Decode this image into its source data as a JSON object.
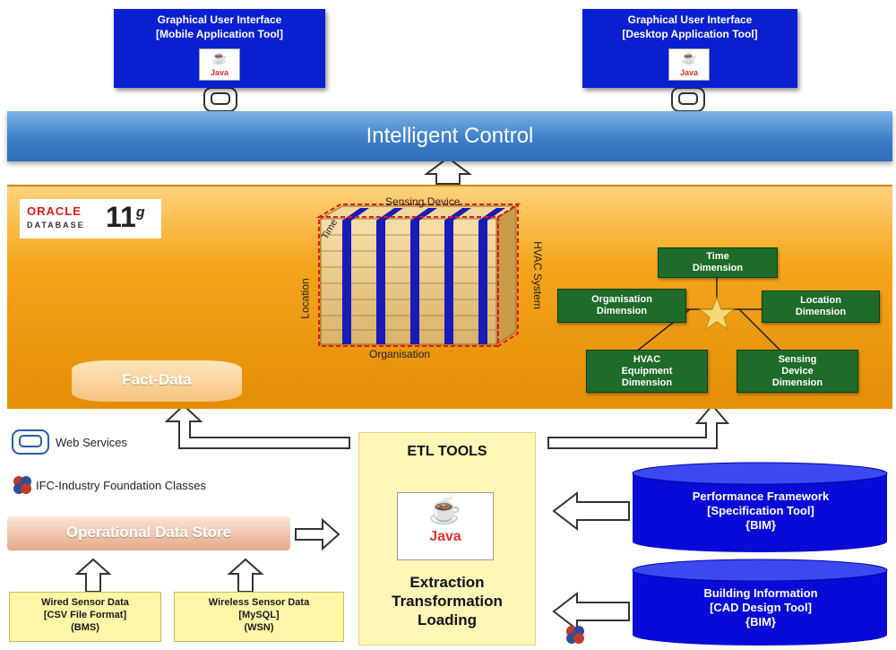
{
  "gui_mobile": {
    "line1": "Graphical User Interface",
    "line2": "[Mobile Application Tool]",
    "java": "Java"
  },
  "gui_desktop": {
    "line1": "Graphical User Interface",
    "line2": "[Desktop Application Tool]",
    "java": "Java"
  },
  "intelligent_control": "Intelligent Control",
  "oracle": {
    "brand": "ORACLE",
    "database": "DATABASE",
    "version": "11",
    "sup": "g"
  },
  "cube": {
    "top": "Sensing Device",
    "left": "Location",
    "top_left": "Time",
    "right": "HVAC System",
    "bottom": "Organisation"
  },
  "dimensions": {
    "time": "Time Dimension",
    "organisation": "Organisation Dimension",
    "location": "Location Dimension",
    "hvac": "HVAC Equipment Dimension",
    "sensing": "Sensing Device Dimension"
  },
  "fact_data": "Fact-Data",
  "web_services": "Web Services",
  "ifc": "IFC-Industry Foundation Classes",
  "ods": "Operational Data Store",
  "etl": {
    "title": "ETL TOOLS",
    "java": "Java",
    "l1": "Extraction",
    "l2": "Transformation",
    "l3": "Loading"
  },
  "wired": {
    "l1": "Wired Sensor Data",
    "l2": "[CSV File Format]",
    "l3": "(BMS)"
  },
  "wireless": {
    "l1": "Wireless Sensor Data",
    "l2": "[MySQL]",
    "l3": "(WSN)"
  },
  "perf": {
    "l1": "Performance Framework",
    "l2": "[Specification Tool]",
    "l3": "{BIM}"
  },
  "bim": {
    "l1": "Building Information",
    "l2": "[CAD Design Tool]",
    "l3": "{BIM}"
  },
  "colors": {
    "gui_blue": "#0a1fd0",
    "dim_green": "#1e6b2a",
    "panel_orange": "#f4a51c",
    "ic_blue": "#3d7fc9"
  }
}
